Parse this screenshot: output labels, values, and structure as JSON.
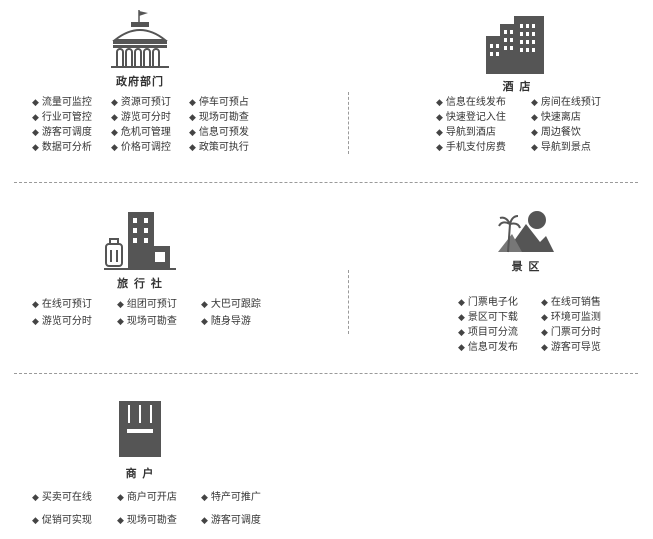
{
  "colors": {
    "icon": "#555555",
    "text": "#333333",
    "divider": "#9a9a9a"
  },
  "bullet": "◆",
  "sections": {
    "government": {
      "title": "政府部门",
      "icon": "government-building-icon",
      "items": [
        "流量可监控",
        "资源可预订",
        "停车可预占",
        "行业可管控",
        "游览可分时",
        "现场可勘查",
        "游客可调度",
        "危机可管理",
        "信息可预发",
        "数据可分析",
        "价格可调控",
        "政策可执行"
      ]
    },
    "hotel": {
      "title": "酒 店",
      "icon": "hotel-buildings-icon",
      "items": [
        "信息在线发布",
        "房间在线预订",
        "快速登记入住",
        "快速离店",
        "导航到酒店",
        "周边餐饮",
        "手机支付房费",
        "导航到景点"
      ]
    },
    "travel_agency": {
      "title": "旅 行 社",
      "icon": "travel-agency-icon",
      "items": [
        "在线可预订",
        "组团可预订",
        "大巴可跟踪",
        "游览可分时",
        "现场可勘查",
        "随身导游"
      ]
    },
    "scenic_area": {
      "title": "景 区",
      "icon": "scenic-mountain-icon",
      "items": [
        "门票电子化",
        "在线可销售",
        "景区可下载",
        "环境可监测",
        "项目可分流",
        "门票可分时",
        "信息可发布",
        "游客可导览"
      ]
    },
    "merchant": {
      "title": "商 户",
      "icon": "storefront-icon",
      "items": [
        "买卖可在线",
        "商户可开店",
        "特产可推广",
        "促销可实现",
        "现场可勘查",
        "游客可调度"
      ]
    }
  }
}
